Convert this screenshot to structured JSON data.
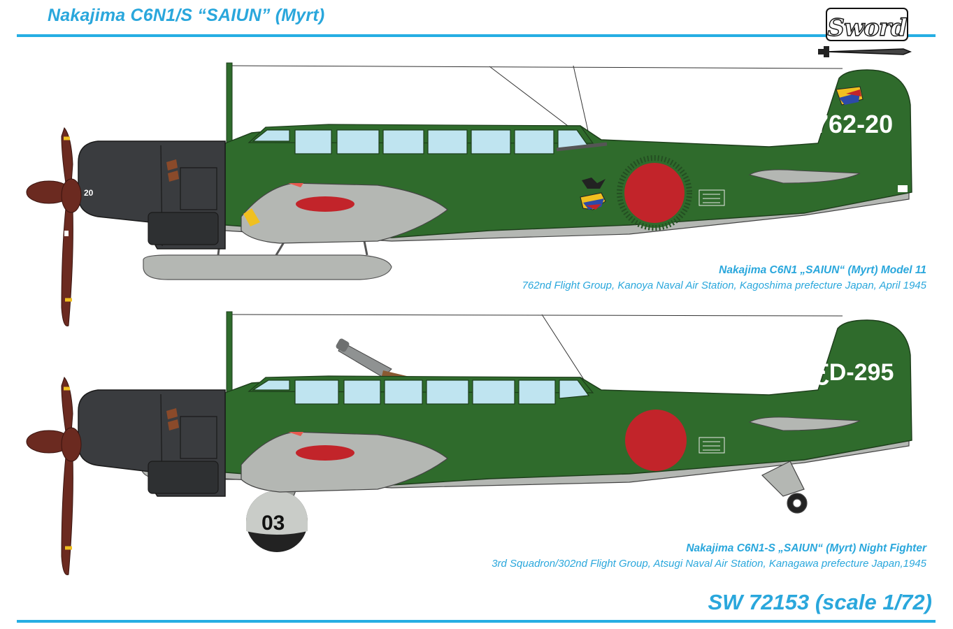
{
  "header": {
    "title": "Nakajima C6N1/S “SAIUN” (Myrt)"
  },
  "logo": {
    "text": "Sword",
    "name": "sword-logo"
  },
  "profiles": [
    {
      "heading": "Nakajima C6N1 „SAIUN“ (Myrt) Model 11",
      "description": "762nd Flight Group, Kanoya Naval Air Station, Kagoshima prefecture Japan, April 1945",
      "tail_code": "762-20",
      "cowl_number": "20"
    },
    {
      "heading": "Nakajima C6N1-S „SAIUN“ (Myrt) Night Fighter",
      "description": "3rd Squadron/302nd Flight Group, Atsugi Naval Air Station, Kanagawa prefecture Japan,1945",
      "tail_code": "ƸD-295",
      "dolly_number": "03"
    }
  ],
  "footer": {
    "catalog": "SW 72153 (scale 1/72)"
  },
  "colors": {
    "accent": "#2aa7dc",
    "upper_green": "#2f6b2c",
    "lower_grey": "#b4b7b3",
    "cowling": "#3a3c3f",
    "propeller": "#6b2a20",
    "hinomaru": "#c2242a",
    "canopy": "#bfe4f0",
    "dolly_teal": "#2aa8a0"
  }
}
